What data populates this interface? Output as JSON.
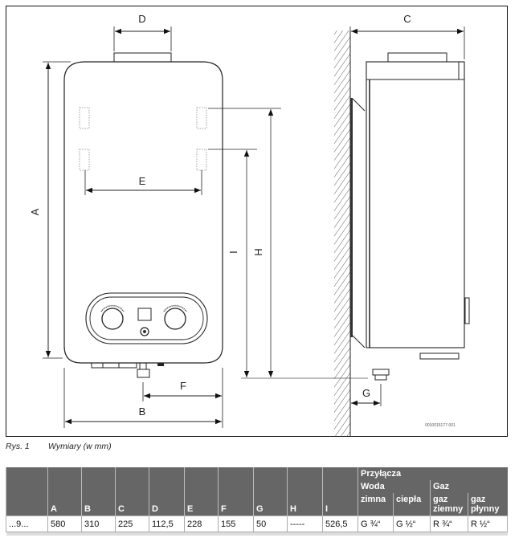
{
  "figure": {
    "dimension_labels": {
      "A": "A",
      "B": "B",
      "C": "C",
      "D": "D",
      "E": "E",
      "F": "F",
      "G": "G",
      "H": "H",
      "I": "I"
    },
    "drawing_code": "0010015177-001",
    "caption_number": "Rys. 1",
    "caption_text": "Wymiary (w mm)"
  },
  "table": {
    "group_header": "Przyłącza",
    "subgroup_water": "Woda",
    "subgroup_gas": "Gaz",
    "columns": [
      "",
      "A",
      "B",
      "C",
      "D",
      "E",
      "F",
      "G",
      "H",
      "I",
      "zimna",
      "ciepła",
      "gaz ziemny",
      "gaz płynny"
    ],
    "rows": [
      [
        "...9...",
        "580",
        "310",
        "225",
        "112,5",
        "228",
        "155",
        "50",
        "-----",
        "526,5",
        "G ¾“",
        "G ½“",
        "R ¾“",
        "R ½“"
      ]
    ]
  }
}
